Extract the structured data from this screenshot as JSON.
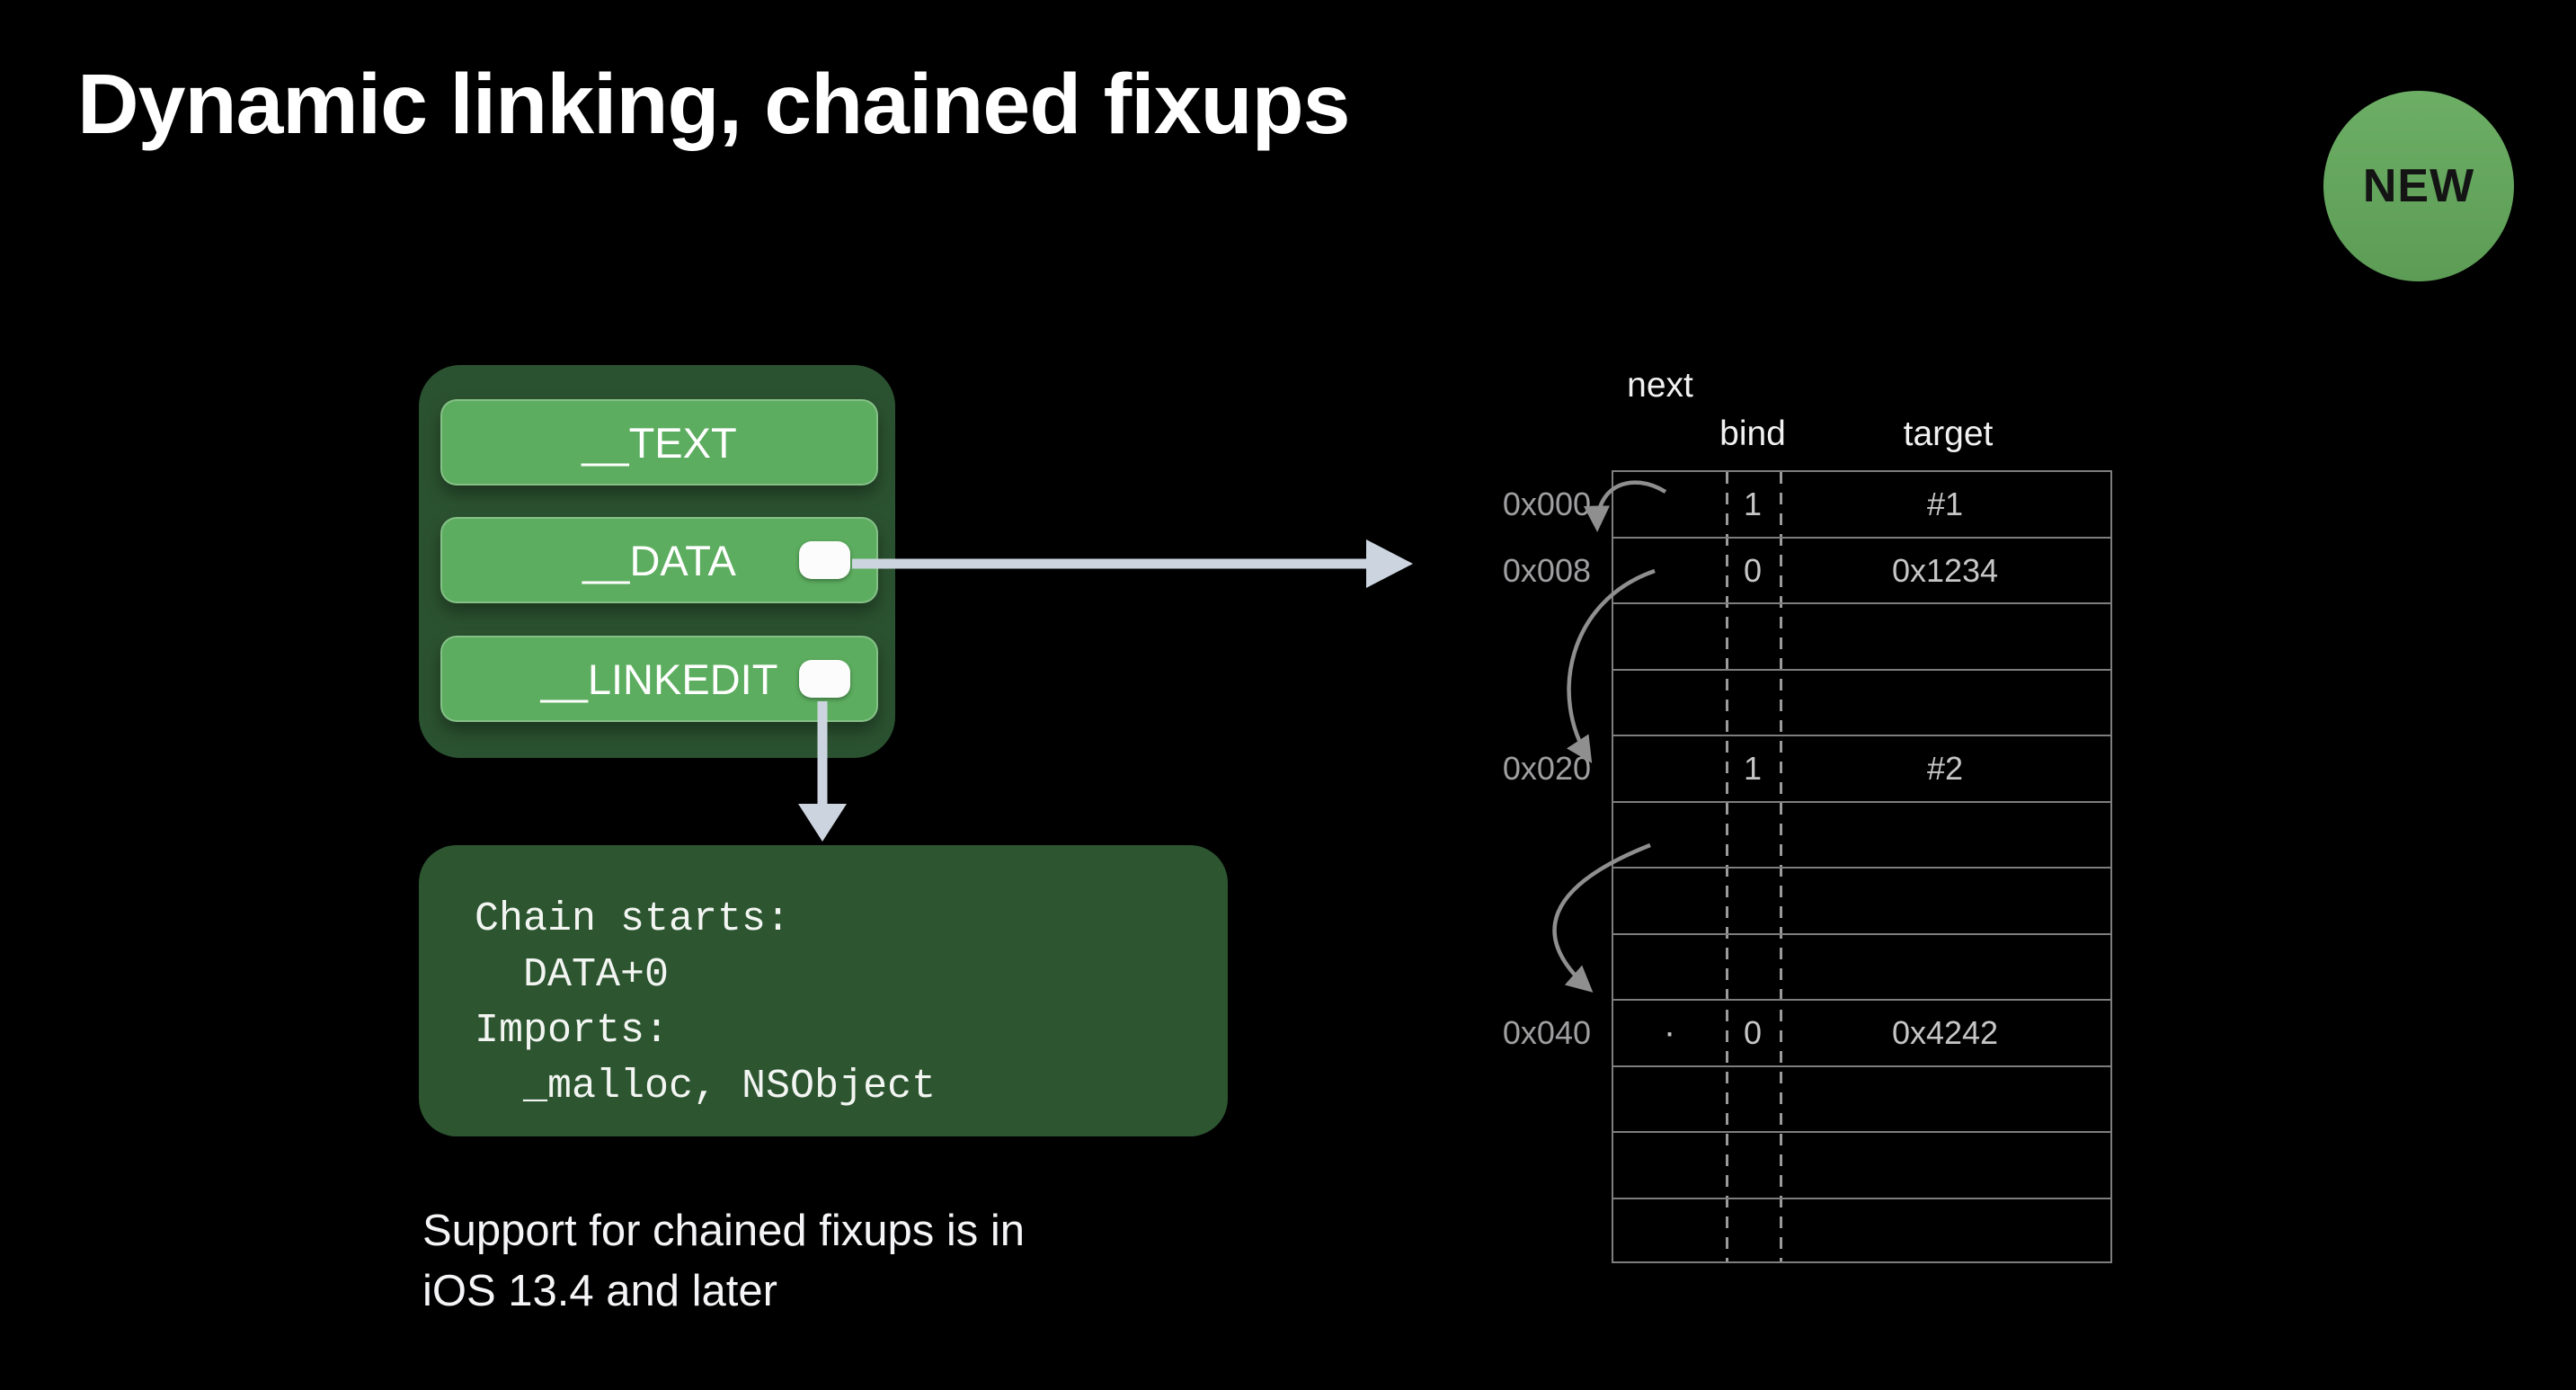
{
  "title": "Dynamic linking, chained fixups",
  "badge": {
    "label": "NEW"
  },
  "segments": {
    "items": [
      {
        "label": "__TEXT",
        "has_pill": false
      },
      {
        "label": "__DATA",
        "has_pill": true
      },
      {
        "label": "__LINKEDIT",
        "has_pill": true
      }
    ]
  },
  "code_box": {
    "lines": [
      "Chain starts:",
      "  DATA+0",
      "Imports:",
      "  _malloc, NSObject"
    ]
  },
  "support_note": "Support for chained fixups is in\niOS 13.4 and later",
  "fixup_table": {
    "headers": {
      "next": "next",
      "bind": "bind",
      "target": "target"
    },
    "rows": [
      {
        "addr": "0x000",
        "next": "",
        "bind": "1",
        "target": "#1"
      },
      {
        "addr": "0x008",
        "next": "",
        "bind": "0",
        "target": "0x1234"
      },
      {
        "addr": "",
        "next": "",
        "bind": "",
        "target": ""
      },
      {
        "addr": "",
        "next": "",
        "bind": "",
        "target": ""
      },
      {
        "addr": "0x020",
        "next": "",
        "bind": "1",
        "target": "#2"
      },
      {
        "addr": "",
        "next": "",
        "bind": "",
        "target": ""
      },
      {
        "addr": "",
        "next": "",
        "bind": "",
        "target": ""
      },
      {
        "addr": "",
        "next": "",
        "bind": "",
        "target": ""
      },
      {
        "addr": "0x040",
        "next": "·",
        "bind": "0",
        "target": "0x4242"
      },
      {
        "addr": "",
        "next": "",
        "bind": "",
        "target": ""
      },
      {
        "addr": "",
        "next": "",
        "bind": "",
        "target": ""
      },
      {
        "addr": "",
        "next": "",
        "bind": "",
        "target": ""
      }
    ]
  },
  "colors": {
    "background": "#000000",
    "segment_button_green": "#5CAD5F",
    "panel_dark_green": "#2B5230",
    "code_box_green": "#2C5530",
    "badge_green": "#65A75E",
    "table_line_gray": "#7E7E7E",
    "straight_arrow": "#CCD5DF",
    "curved_arrow": "#8F8F8F"
  }
}
